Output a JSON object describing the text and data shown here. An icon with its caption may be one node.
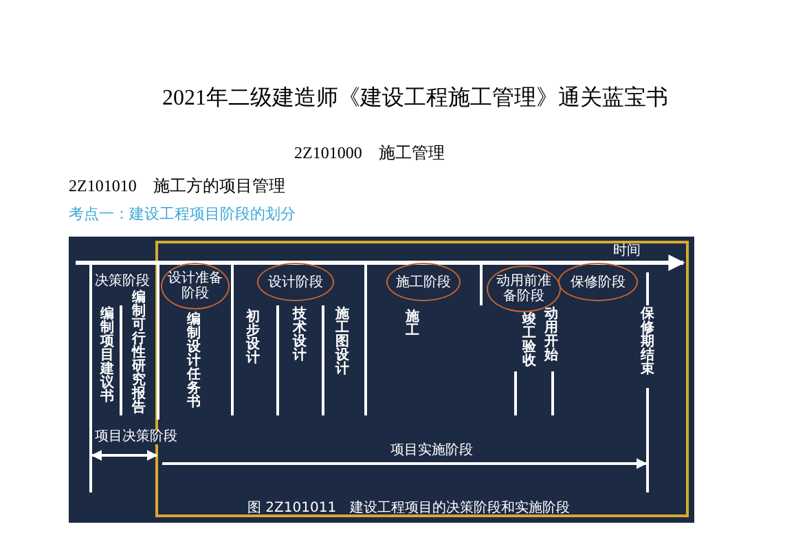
{
  "diagram": {
    "title": "2021年二级建造师《建设工程施工管理》通关蓝宝书",
    "caption": "图 2Z101011　建设工程项目的决策阶段和实施阶段",
    "nodes": [
      {
        "text": [
          "设计准备阶段"
        ]
      },
      {
        "text": [
          "设计阶段"
        ]
      },
      {
        "text": [
          "施工阶段"
        ]
      },
      {
        "text": [
          "动用前准备阶段"
        ]
      },
      {
        "text": [
          "保修阶段"
        ]
      }
    ],
    "labels": [
      "2Z101000　施工管理",
      "2Z101010　施工方的项目管理",
      "考点一：建设工程项目阶段的划分",
      "时间",
      "决策阶段",
      "编制项目建议书",
      "编制可行性研究报告",
      "编制设计任务书",
      "初步设计",
      "技术设计",
      "施工图设计",
      "施工",
      "竣工验收",
      "动用开始",
      "保修期结束",
      "项目决策阶段",
      "项目实施阶段"
    ]
  }
}
